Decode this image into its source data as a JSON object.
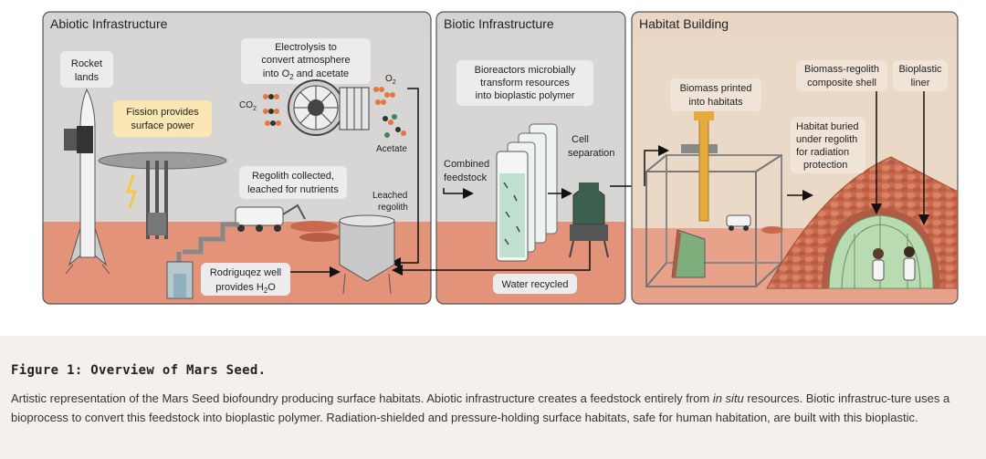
{
  "panels": {
    "abiotic": "Abiotic Infrastructure",
    "biotic": "Biotic Infrastructure",
    "habitat": "Habitat Building"
  },
  "labels": {
    "rocket": [
      "Rocket",
      "lands"
    ],
    "fission": [
      "Fission provides",
      "surface power"
    ],
    "electrolysis": [
      "Electrolysis to",
      "convert atmosphere"
    ],
    "electrolysis_line3_pre": "into O",
    "electrolysis_line3_sub": "2",
    "electrolysis_line3_post": " and acetate",
    "co2_main": "CO",
    "co2_sub": "2",
    "o2_main": "O",
    "o2_sub": "2",
    "acetate": "Acetate",
    "regolith": [
      "Regolith collected,",
      "leached for nutrients"
    ],
    "leached": [
      "Leached",
      "regolith"
    ],
    "well_line1": "Rodriguqez well",
    "well_line2_pre": "provides H",
    "well_line2_sub": "2",
    "well_line2_post": "O",
    "bioreactors": [
      "Bioreactors microbially",
      "transform resources",
      "into bioplastic polymer"
    ],
    "combined": [
      "Combined",
      "feedstock"
    ],
    "cell_sep": [
      "Cell",
      "separation"
    ],
    "water": "Water recycled",
    "biomass_printed": [
      "Biomass printed",
      "into habitats"
    ],
    "composite": [
      "Biomass-regolith",
      "composite shell"
    ],
    "liner": [
      "Bioplastic",
      "liner"
    ],
    "buried": [
      "Habitat buried",
      "under regolith",
      "for radiation",
      "protection"
    ]
  },
  "caption": {
    "title": "Figure 1: Overview of Mars Seed.",
    "text_before": "Artistic representation of the Mars Seed biofoundry producing surface habitats. Abiotic infrastructure creates a feedstock entirely from ",
    "text_italic": "in situ",
    "text_after": " resources. Biotic infrastruc-ture uses a bioprocess to convert this feedstock into bioplastic polymer. Radiation-shielded and pressure-holding surface habitats, safe for human habitation, are built with this bioplastic."
  },
  "colors": {
    "sky": "#d8d6d5",
    "ground": "#e3937a",
    "habitat_bg": "#ebd9c8",
    "header_gray": "#d4d4d4",
    "header_tan": "#e9d6c4",
    "callout": "#ececec",
    "fission_callout": "#fbe7b4",
    "mound": "#c96a4e",
    "liner": "#b8dbb2"
  }
}
